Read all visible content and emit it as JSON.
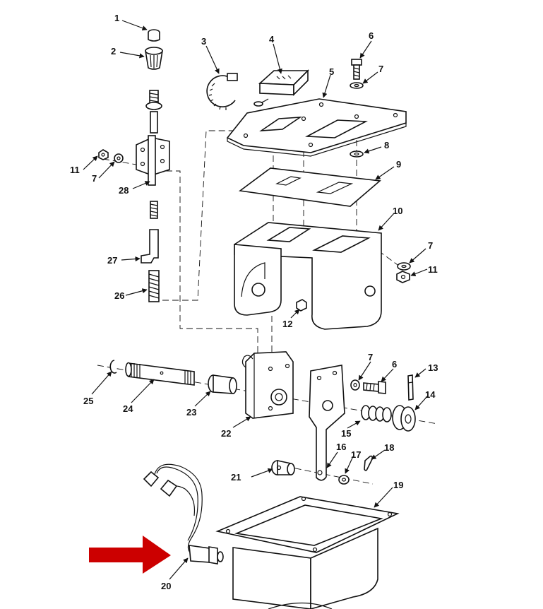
{
  "callouts": [
    {
      "id": "1"
    },
    {
      "id": "2"
    },
    {
      "id": "3"
    },
    {
      "id": "4"
    },
    {
      "id": "5"
    },
    {
      "id": "6"
    },
    {
      "id": "7"
    },
    {
      "id": "8"
    },
    {
      "id": "9"
    },
    {
      "id": "10"
    },
    {
      "id": "11"
    },
    {
      "id": "12"
    },
    {
      "id": "13"
    },
    {
      "id": "14"
    },
    {
      "id": "15"
    },
    {
      "id": "16"
    },
    {
      "id": "17"
    },
    {
      "id": "18"
    },
    {
      "id": "19"
    },
    {
      "id": "20"
    },
    {
      "id": "21"
    },
    {
      "id": "22"
    },
    {
      "id": "23"
    },
    {
      "id": "24"
    },
    {
      "id": "25"
    },
    {
      "id": "26"
    },
    {
      "id": "27"
    },
    {
      "id": "28"
    }
  ],
  "highlight": {
    "target_callout": "20",
    "color": "#cc0000"
  },
  "colors": {
    "line": "#111111",
    "background": "#ffffff"
  }
}
